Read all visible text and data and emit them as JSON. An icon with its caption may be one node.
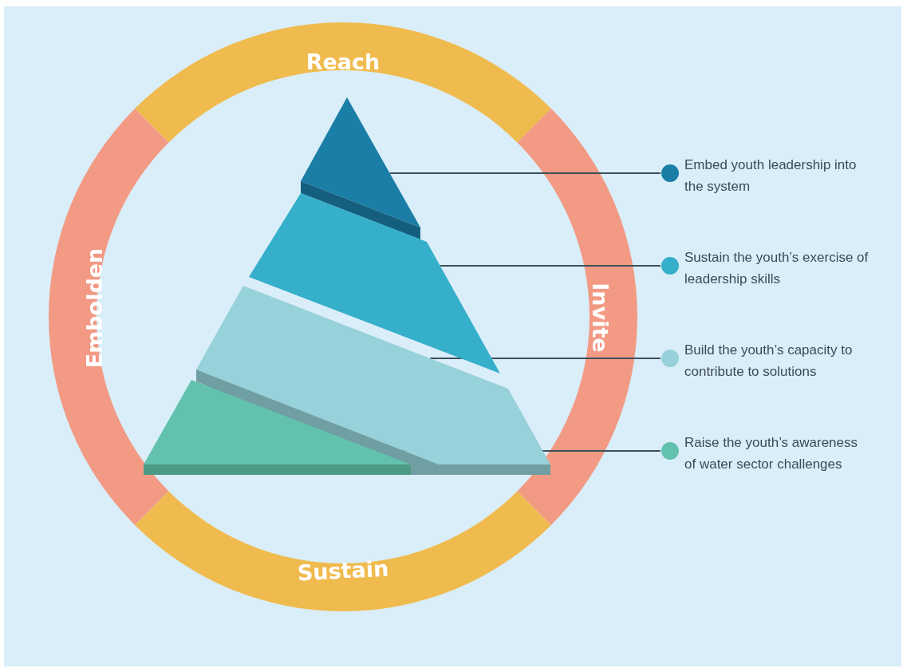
{
  "diagram": {
    "nodes": [
      {
        "text": [
          "Reach"
        ]
      },
      {
        "text": [
          "Embolden"
        ]
      },
      {
        "text": [
          "Invite"
        ]
      },
      {
        "text": [
          "Sustain"
        ]
      },
      {
        "text": [],
        "shape": "triangle"
      },
      {
        "text": [],
        "shape": "trapezoid"
      },
      {
        "text": [],
        "shape": "trapezoid"
      },
      {
        "text": [],
        "shape": "triangle"
      },
      {
        "text": [
          "Embed youth leadership into the system"
        ]
      },
      {
        "text": [
          "Sustain the youth’s exercise of leadership skills"
        ]
      },
      {
        "text": [
          "Build the youth’s capacity to contribute to solutions"
        ]
      },
      {
        "text": [
          "Raise the youth’s awareness of water sector challenges"
        ]
      }
    ],
    "edges": [
      {
        "from": 8,
        "to": 4,
        "arrow": "none"
      },
      {
        "from": 9,
        "to": 5,
        "arrow": "none"
      },
      {
        "from": 10,
        "to": 6,
        "arrow": "none"
      },
      {
        "from": 11,
        "to": 7,
        "arrow": "none"
      }
    ]
  }
}
